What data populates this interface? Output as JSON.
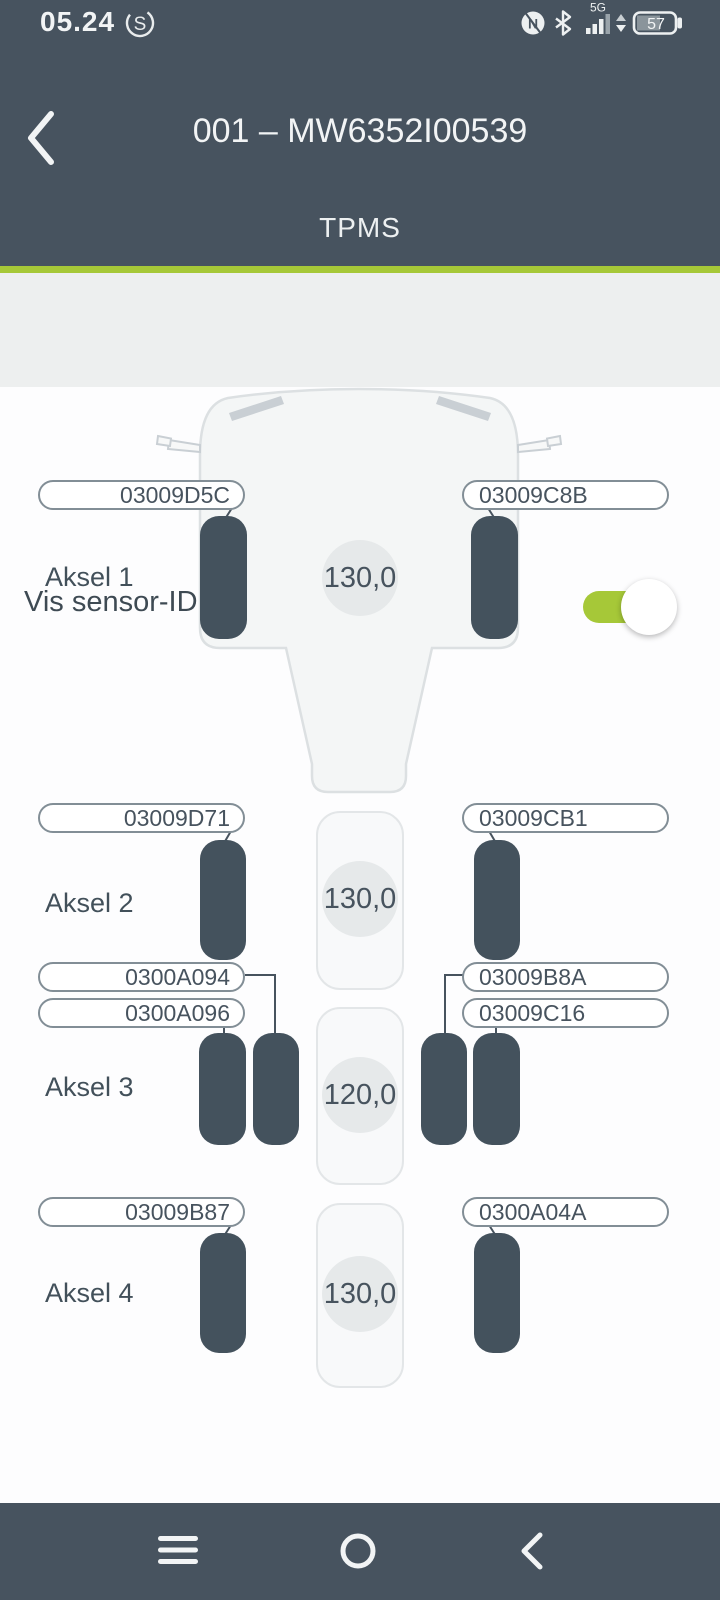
{
  "status_bar": {
    "time": "05.24",
    "network": "5G",
    "battery": "57"
  },
  "header": {
    "title": "001 – MW6352I00539",
    "tab": "TPMS"
  },
  "settings": {
    "sensor_toggle_label": "Vis sensor-ID",
    "sensor_toggle_on": true
  },
  "axles": [
    {
      "label": "Aksel 1",
      "pressure": "130,0",
      "left_sensors": [
        "03009D5C"
      ],
      "right_sensors": [
        "03009C8B"
      ]
    },
    {
      "label": "Aksel 2",
      "pressure": "130,0",
      "left_sensors": [
        "03009D71"
      ],
      "right_sensors": [
        "03009CB1"
      ]
    },
    {
      "label": "Aksel 3",
      "pressure": "120,0",
      "left_sensors": [
        "0300A094",
        "0300A096"
      ],
      "right_sensors": [
        "03009B8A",
        "03009C16"
      ]
    },
    {
      "label": "Aksel 4",
      "pressure": "130,0",
      "left_sensors": [
        "03009B87"
      ],
      "right_sensors": [
        "0300A04A"
      ]
    }
  ],
  "colors": {
    "accent_green": "#A6C838",
    "dark_slate": "#47535F",
    "tire": "#44525D"
  }
}
